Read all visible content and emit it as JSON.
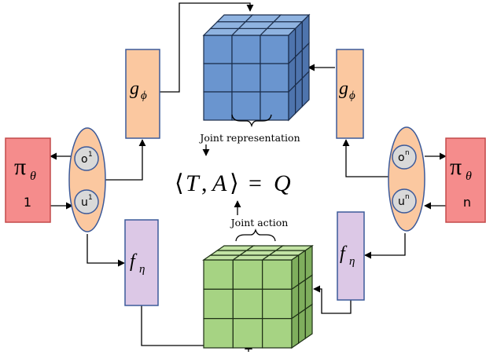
{
  "colors": {
    "policy_fill": "#f58c8c",
    "policy_stroke": "#c44a4a",
    "g_fill": "#fbc8a0",
    "f_fill": "#dcc8e6",
    "box_stroke": "#3c5a9a",
    "ellipse_fill": "#fbc8a0",
    "circle_fill": "#d9d9d9",
    "cube_top_fill": "#8fb3e0",
    "cube_front_fill": "#6a95cf",
    "cube_side_fill": "#4e74ad",
    "cube_stroke": "#1a2c4a",
    "green_top_fill": "#c2e3a4",
    "green_front_fill": "#a6d383",
    "green_side_fill": "#7fae5d",
    "green_stroke": "#1e3016"
  },
  "left_agent": {
    "policy_symbol": "π",
    "policy_subscript": "θ",
    "agent_index": "1",
    "obs_label": "o",
    "obs_sup": "1",
    "act_label": "u",
    "act_sup": "1"
  },
  "right_agent": {
    "policy_symbol": "π",
    "policy_subscript": "θ",
    "agent_index": "n",
    "obs_label": "o",
    "obs_sup": "n",
    "act_label": "u",
    "act_sup": "n"
  },
  "g_network": {
    "symbol": "g",
    "subscript": "ϕ"
  },
  "f_network": {
    "symbol": "f",
    "subscript": "η"
  },
  "labels": {
    "joint_representation": "Joint representation",
    "joint_action": "Joint action"
  },
  "equation": {
    "open": "⟨",
    "t": "T",
    "comma": ",",
    "a": "A",
    "close": "⟩",
    "equals": "=",
    "q": "Q"
  },
  "icons": {
    "representation_cube": "blue-3x3x3-cube",
    "action_cube": "green-3x3x3-cube",
    "representation_brace": "curly-brace-down",
    "action_brace": "curly-brace-up"
  }
}
